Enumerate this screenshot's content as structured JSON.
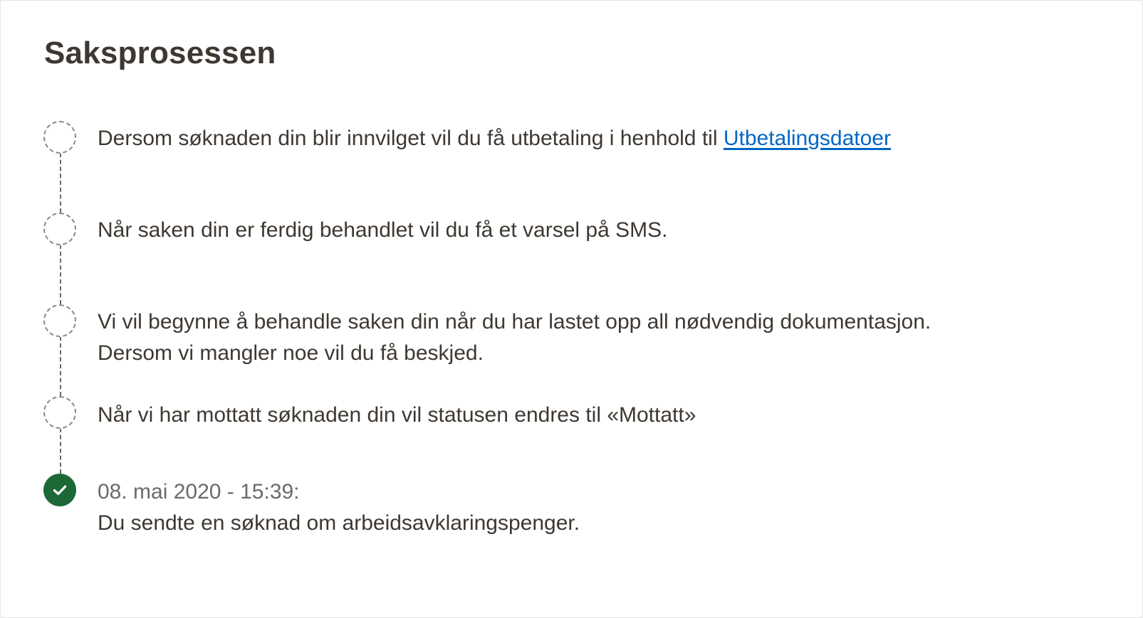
{
  "section": {
    "title": "Saksprosessen"
  },
  "steps": [
    {
      "status": "pending",
      "text": "Dersom søknaden din blir innvilget vil du få utbetaling i henhold til ",
      "link_text": "Utbetalingsdatoer"
    },
    {
      "status": "pending",
      "text": "Når saken din er ferdig behandlet vil du få et varsel på SMS."
    },
    {
      "status": "pending",
      "line1": "Vi vil begynne å behandle saken din når du har lastet opp all nødvendig dokumentasjon.",
      "line2": "Dersom vi mangler noe vil du få beskjed."
    },
    {
      "status": "pending",
      "text": "Når vi har mottatt søknaden din vil statusen endres til «Mottatt»"
    },
    {
      "status": "done",
      "date": "08. mai 2020 - 15:39:",
      "text": "Du sendte en søknad om arbeidsavklaringspenger."
    }
  ],
  "colors": {
    "text": "#3e3832",
    "link": "#0067c5",
    "done": "#1c6937",
    "muted": "#6a6a6a",
    "dashed": "#8c8c8c"
  },
  "icons": {
    "pending": "dashed-circle-icon",
    "done": "checkmark-icon"
  }
}
